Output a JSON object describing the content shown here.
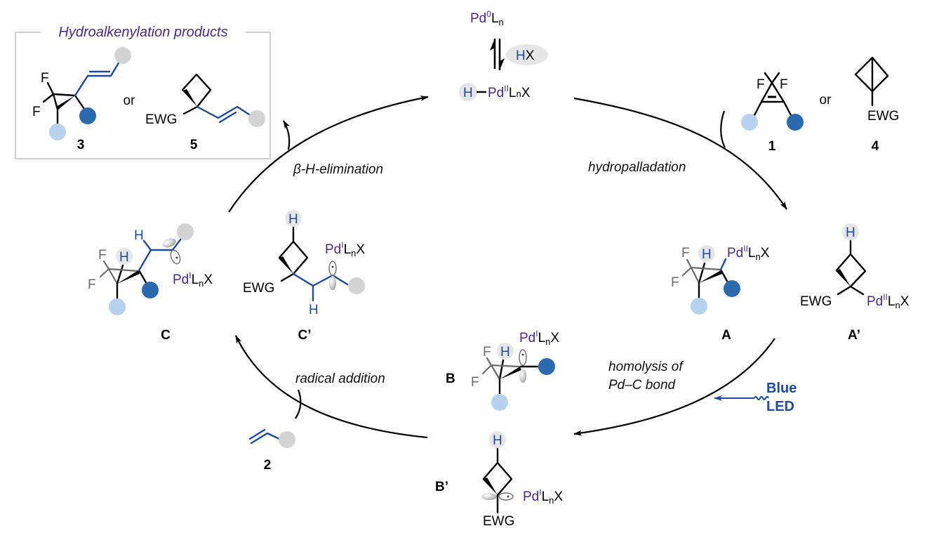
{
  "colors": {
    "palladium": "#4b2a85",
    "hydrogen_blue": "#1f4aa0",
    "light_blue_substituent": "#b7d2ee",
    "dark_blue_substituent": "#2a6aad",
    "gray_substituent": "#d3d3d3",
    "box_border": "#cfcfcf",
    "h_highlight": "#e6e6e6",
    "led_blue": "#1f4aa0"
  },
  "products_box": {
    "title": "Hydroalkenylation products",
    "or": "or",
    "compound_3": "3",
    "compound_5": "5",
    "ewg": "EWG",
    "f": "F"
  },
  "top_catalyst": {
    "pd0_main": "Pd",
    "pd0_sup": "0",
    "pd0_l": "L",
    "pd0_sub": "n",
    "hx_h": "H",
    "hx_x": "X",
    "hpd_h": "H",
    "hpd_pd": "Pd",
    "hpd_sup": "II",
    "hpd_l": "L",
    "hpd_n": "n",
    "hpd_x": "X"
  },
  "substrates": {
    "compound_1": "1",
    "compound_4": "4",
    "or": "or",
    "ewg": "EWG",
    "f": "F"
  },
  "steps": {
    "beta_h_elimination": "β-H-elimination",
    "hydropalladation": "hydropalladation",
    "radical_addition": "radical addition",
    "homolysis_line1": "homolysis of",
    "homolysis_line2": "Pd–C bond",
    "led_line1": "Blue",
    "led_line2": "LED"
  },
  "intermediates": {
    "A": "A",
    "A_prime": "A’",
    "B": "B",
    "B_prime": "B’",
    "C": "C",
    "C_prime": "C’",
    "compound_2": "2",
    "h": "H",
    "f": "F",
    "ewg": "EWG",
    "pd": "Pd",
    "pd_ii": "II",
    "pd_i": "I",
    "l": "L",
    "n": "n",
    "x": "X"
  }
}
